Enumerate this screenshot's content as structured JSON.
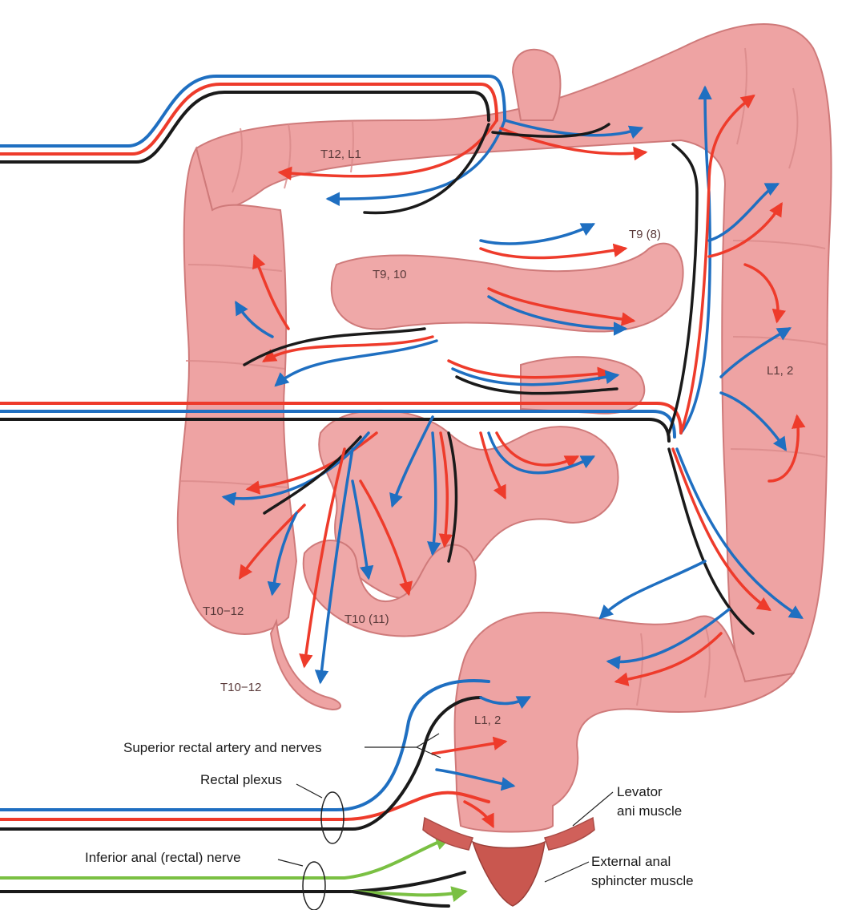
{
  "segment_labels": {
    "t12_l1": "T12, L1",
    "t9_8": "T9 (8)",
    "t9_10": "T9, 10",
    "l1_2_right": "L1, 2",
    "t10_12_left": "T10−12",
    "t10_11": "T10 (11)",
    "t10_12_bottom": "T10−12",
    "l1_2_rectum": "L1, 2"
  },
  "callouts": {
    "superior_rectal": "Superior rectal artery and nerves",
    "rectal_plexus": "Rectal plexus",
    "inferior_anal": "Inferior anal (rectal) nerve",
    "levator_1": "Levator",
    "levator_2": "ani muscle",
    "external_1": "External anal",
    "external_2": "sphincter muscle"
  },
  "colors": {
    "artery": "#ee3b2b",
    "vein": "#1f6fc1",
    "nerve": "#1a1a1a",
    "somatic_nerve": "#7ac043",
    "bowel": "#eea3a3",
    "bowel_shadow": "#d98080"
  }
}
